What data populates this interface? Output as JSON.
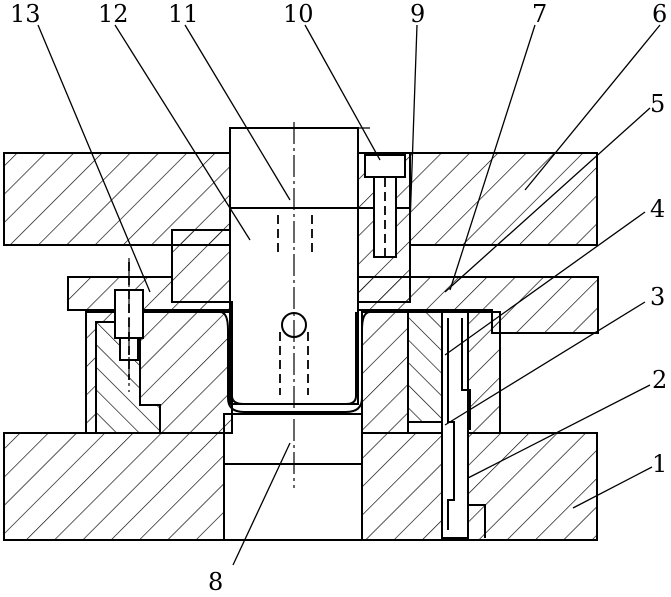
{
  "figure": {
    "callouts": [
      {
        "id": "1",
        "text": "1"
      },
      {
        "id": "2",
        "text": "2"
      },
      {
        "id": "3",
        "text": "3"
      },
      {
        "id": "4",
        "text": "4"
      },
      {
        "id": "5",
        "text": "5"
      },
      {
        "id": "6",
        "text": "6"
      },
      {
        "id": "7",
        "text": "7"
      },
      {
        "id": "8",
        "text": "8"
      },
      {
        "id": "9",
        "text": "9"
      },
      {
        "id": "10",
        "text": "10"
      },
      {
        "id": "11",
        "text": "11"
      },
      {
        "id": "12",
        "text": "12"
      },
      {
        "id": "13",
        "text": "13"
      }
    ],
    "line_color": "#000000",
    "background_color": "#ffffff"
  }
}
